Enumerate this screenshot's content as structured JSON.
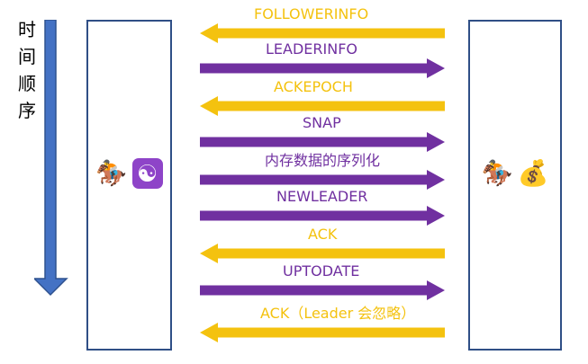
{
  "timeline": {
    "label_chars": [
      "时",
      "间",
      "顺",
      "序"
    ]
  },
  "leader": {
    "icon_1": "horse-racing-icon",
    "icon_2": "yin-yang-icon",
    "glyph_1": "🏇",
    "glyph_2": "☯"
  },
  "follower": {
    "icon_1": "horse-racing-icon",
    "icon_2": "money-bag-icon",
    "glyph_1": "🏇",
    "glyph_2": "💰"
  },
  "colors": {
    "gold": "#f4c20f",
    "purple": "#7030a0",
    "box_border": "#2f4f86",
    "axis_blue": "#4472c4"
  },
  "messages": [
    {
      "label": "FOLLOWERINFO",
      "direction": "left",
      "color": "gold"
    },
    {
      "label": "LEADERINFO",
      "direction": "right",
      "color": "purple"
    },
    {
      "label": "ACKEPOCH",
      "direction": "left",
      "color": "gold"
    },
    {
      "label": "SNAP",
      "direction": "right",
      "color": "purple"
    },
    {
      "label": "内存数据的序列化",
      "direction": "right",
      "color": "purple"
    },
    {
      "label": "NEWLEADER",
      "direction": "right",
      "color": "purple"
    },
    {
      "label": "ACK",
      "direction": "left",
      "color": "gold"
    },
    {
      "label": "UPTODATE",
      "direction": "right",
      "color": "purple"
    },
    {
      "label": "ACK（Leader 会忽略）",
      "direction": "left",
      "color": "gold"
    }
  ]
}
